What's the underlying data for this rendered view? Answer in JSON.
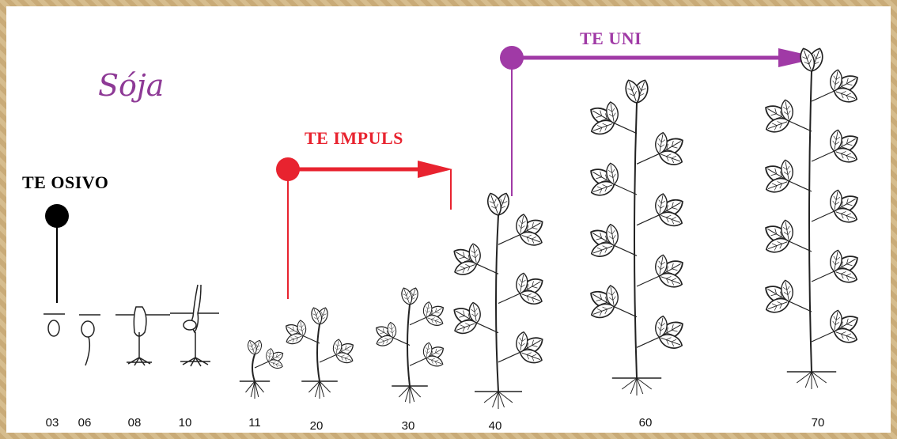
{
  "title": "Sója",
  "treatments": {
    "osivo": {
      "label": "TE OSIVO",
      "color": "#000000"
    },
    "impuls": {
      "label": "TE IMPULS",
      "color": "#e8232f"
    },
    "uni": {
      "label": "TE UNI",
      "color": "#a03aa6"
    }
  },
  "stages": [
    "03",
    "06",
    "08",
    "10",
    "11",
    "20",
    "30",
    "40",
    "60",
    "70"
  ],
  "colors": {
    "frame": "#c9ab78",
    "background": "#ffffff",
    "plant": "#222222"
  }
}
